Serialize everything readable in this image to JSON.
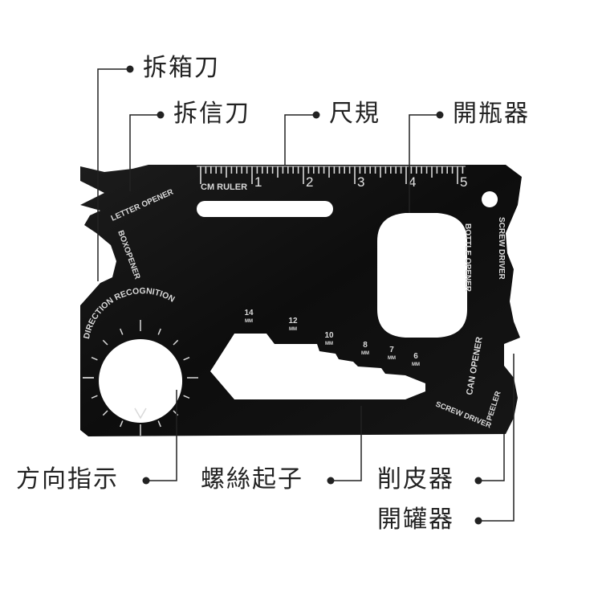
{
  "callouts": {
    "box_opener": "拆箱刀",
    "letter_opener": "拆信刀",
    "ruler": "尺規",
    "bottle_opener": "開瓶器",
    "direction": "方向指示",
    "screwdriver": "螺絲起子",
    "peeler": "削皮器",
    "can_opener": "開罐器"
  },
  "card": {
    "ruler_label": "CM RULER",
    "ruler_numbers": [
      "1",
      "2",
      "3",
      "4",
      "5"
    ],
    "letter_opener": "LETTER OPENER",
    "box_opener": "BOXOPENER",
    "direction_recognition": "DIRECTION RECOGNITION",
    "bottle_opener": "BOTTLE OPENER",
    "screw_driver_right": "SCREW DRIVER",
    "can_opener": "CAN OPENER",
    "screw_driver_bottom": "SCREW DRIVER",
    "peeler": "PEELER",
    "wrench_sizes": [
      "14",
      "12",
      "10",
      "8",
      "7",
      "6"
    ],
    "unit": "MM"
  },
  "colors": {
    "card": "#111111",
    "engraving": "#d9d9d9",
    "leader": "#222222",
    "background": "#ffffff"
  }
}
